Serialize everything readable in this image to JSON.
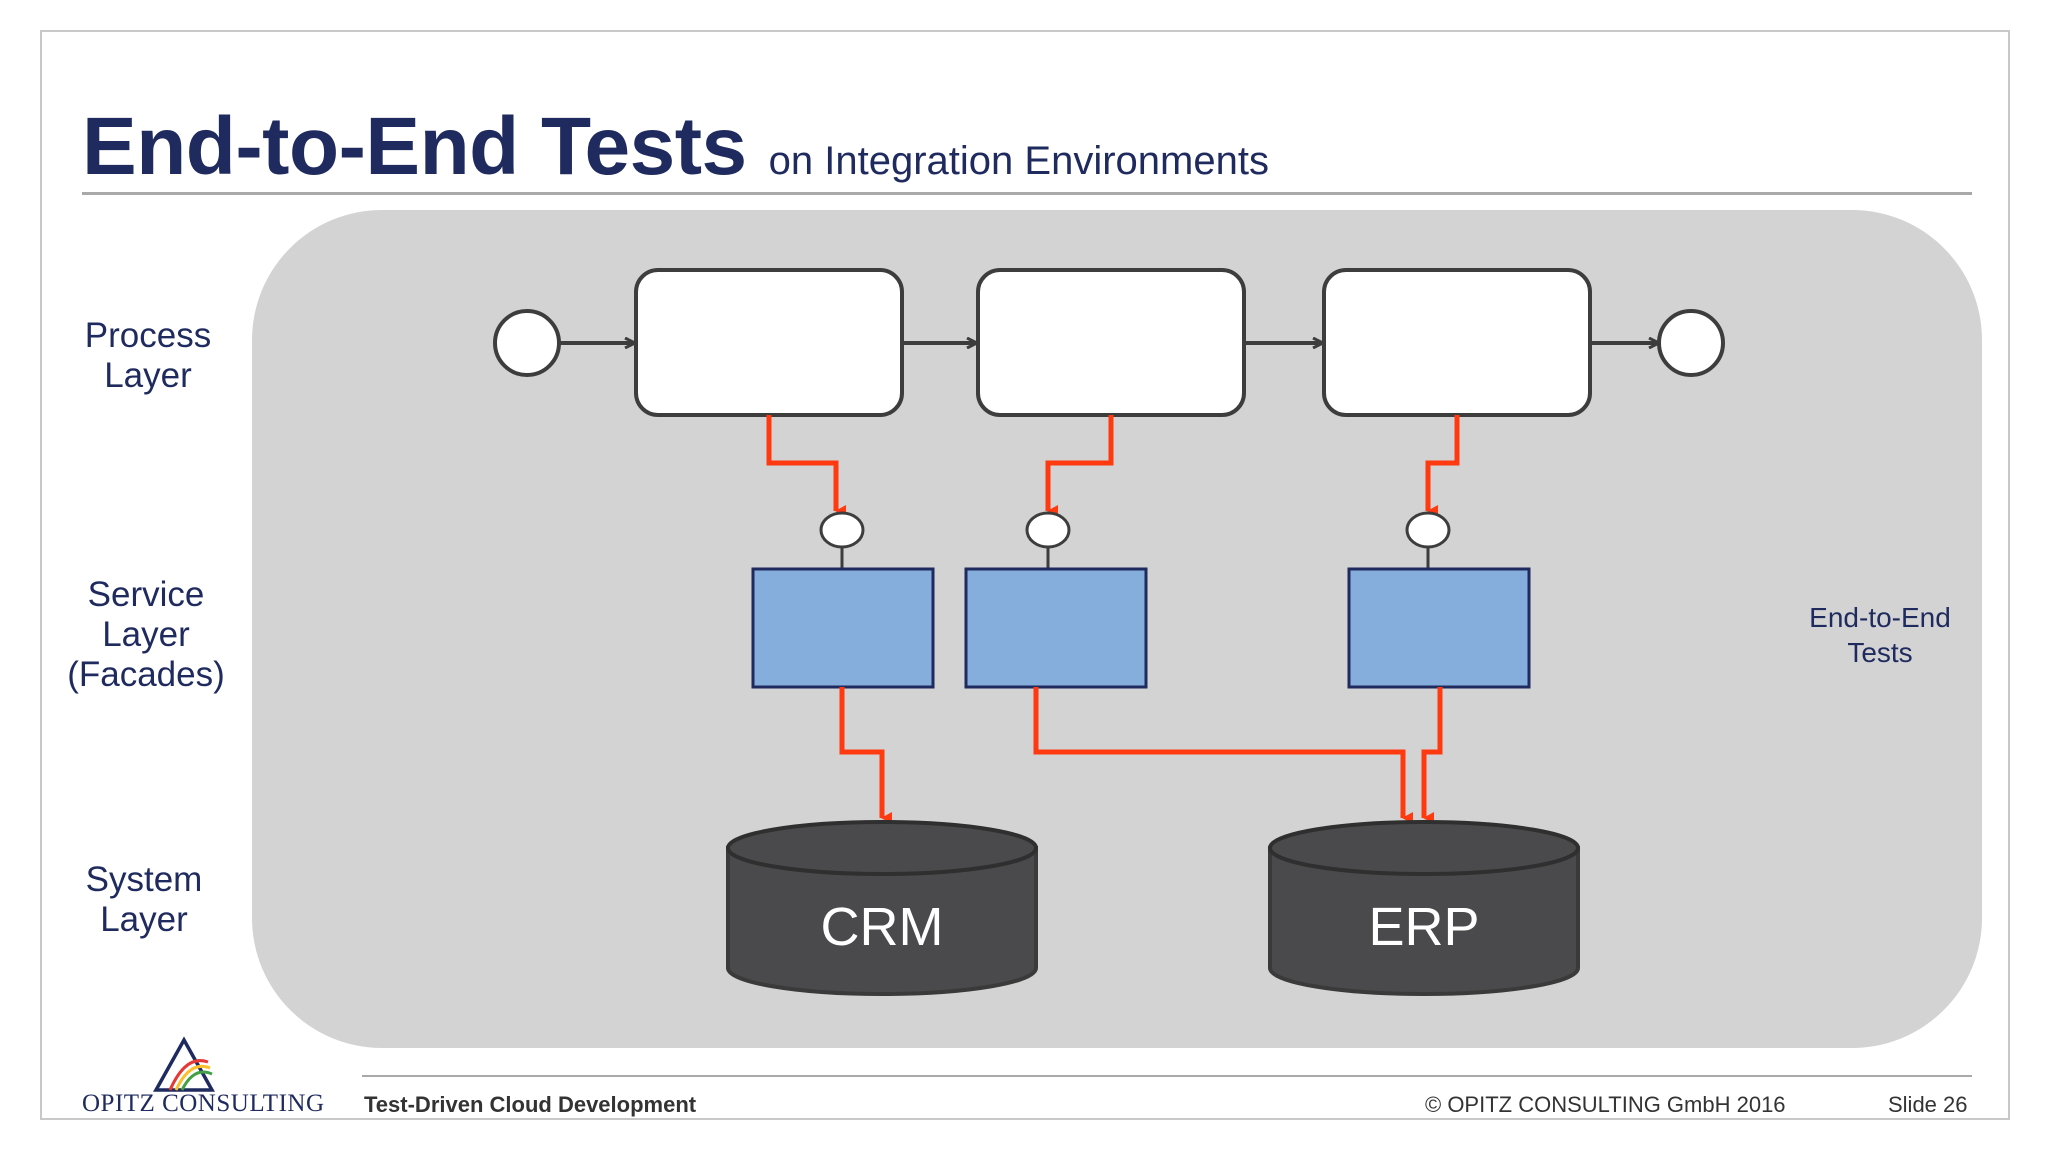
{
  "title": {
    "main": "End-to-End Tests",
    "subtitle": "on Integration Environments"
  },
  "layers": {
    "process": [
      "Process",
      "Layer"
    ],
    "service": [
      "Service",
      "Layer",
      "(Facades)"
    ],
    "system": [
      "System",
      "Layer"
    ]
  },
  "side_label": [
    "End-to-End",
    "Tests"
  ],
  "databases": [
    "CRM",
    "ERP"
  ],
  "footer": {
    "company": "OPITZ CONSULTING",
    "course": "Test-Driven Cloud Development",
    "copyright": "© OPITZ CONSULTING GmbH 2016",
    "slide": "Slide 26"
  },
  "colors": {
    "title": "#1f2a5e",
    "panel": "#d3d3d3",
    "arrow": "#ff3a10",
    "facade": "#85aedc",
    "database": "#4a4a4c"
  },
  "icons": {
    "logo": "rainbow-triangle-logo-icon"
  }
}
